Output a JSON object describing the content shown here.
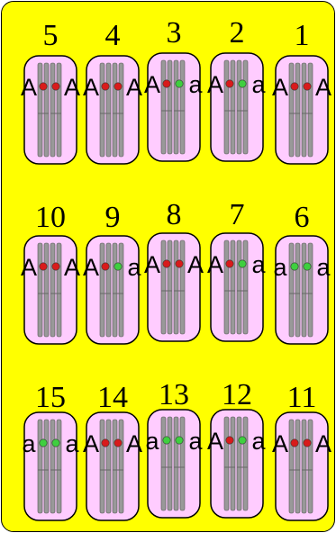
{
  "colors": {
    "background": "#ffff00",
    "card": "#ffccff",
    "chromatid": "#999999",
    "dominant_centromere": "#d81b1b",
    "recessive_centromere": "#3fcf3f"
  },
  "cells": [
    {
      "label": "5",
      "left": "A",
      "right": "A"
    },
    {
      "label": "4",
      "left": "A",
      "right": "A"
    },
    {
      "label": "3",
      "left": "A",
      "right": "a"
    },
    {
      "label": "2",
      "left": "A",
      "right": "a"
    },
    {
      "label": "1",
      "left": "A",
      "right": "A"
    },
    {
      "label": "10",
      "left": "A",
      "right": "A"
    },
    {
      "label": "9",
      "left": "A",
      "right": "a"
    },
    {
      "label": "8",
      "left": "A",
      "right": "A"
    },
    {
      "label": "7",
      "left": "A",
      "right": "a"
    },
    {
      "label": "6",
      "left": "a",
      "right": "a"
    },
    {
      "label": "15",
      "left": "a",
      "right": "a"
    },
    {
      "label": "14",
      "left": "A",
      "right": "A"
    },
    {
      "label": "13",
      "left": "a",
      "right": "a"
    },
    {
      "label": "12",
      "left": "A",
      "right": "a"
    },
    {
      "label": "11",
      "left": "A",
      "right": "A"
    }
  ]
}
